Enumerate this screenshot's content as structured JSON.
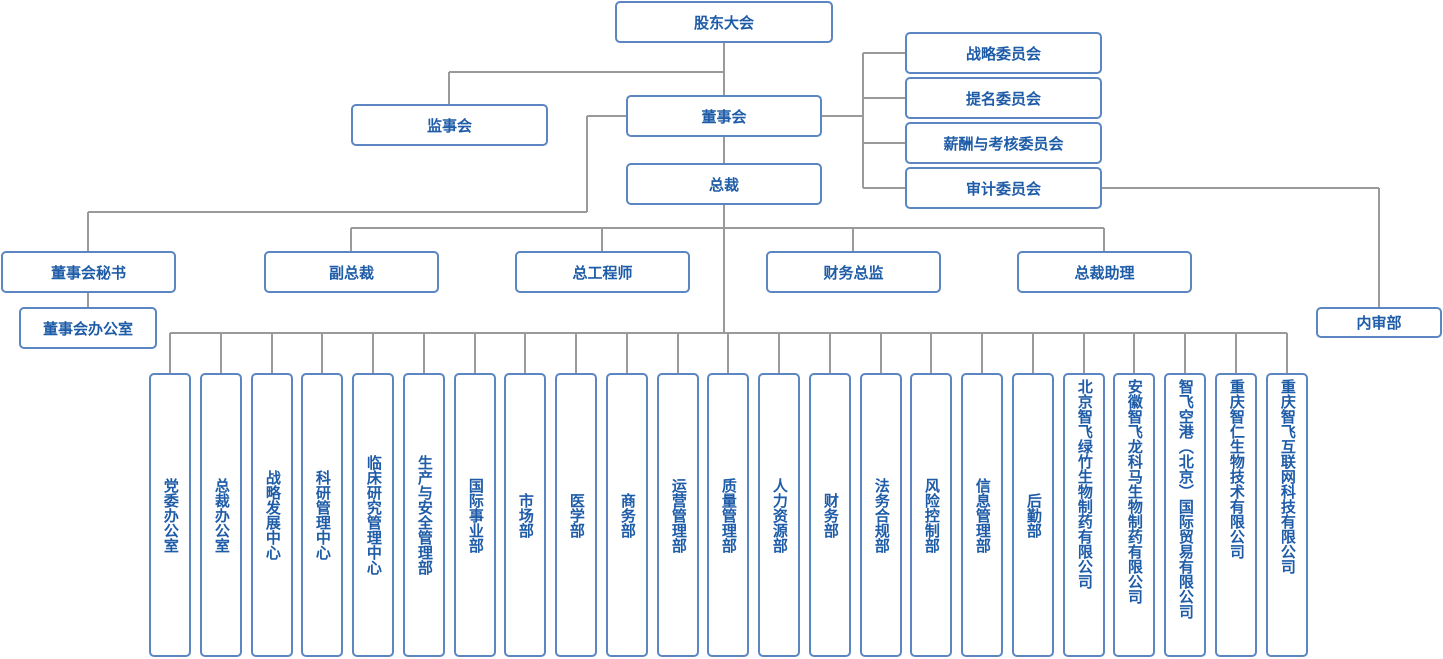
{
  "org": {
    "shareholders": "股东大会",
    "supervisors": "监事会",
    "board": "董事会",
    "president": "总裁",
    "committees": [
      "战略委员会",
      "提名委员会",
      "薪酬与考核委员会",
      "审计委员会"
    ],
    "board_secretary": "董事会秘书",
    "board_office": "董事会办公室",
    "executives": [
      "副总裁",
      "总工程师",
      "财务总监",
      "总裁助理"
    ],
    "internal_audit": "内审部",
    "departments": [
      "党委办公室",
      "总裁办公室",
      "战略发展中心",
      "科研管理中心",
      "临床研究管理中心",
      "生产与安全管理部",
      "国际事业部",
      "市场部",
      "医学部",
      "商务部",
      "运营管理部",
      "质量管理部",
      "人力资源部",
      "财务部",
      "法务合规部",
      "风险控制部",
      "信息管理部",
      "后勤部",
      "北京智飞绿竹生物制药有限公司",
      "安徽智飞龙科马生物制药有限公司",
      "智飞空港（北京）国际贸易有限公司",
      "重庆智仁生物技术有限公司",
      "重庆智飞互联网科技有限公司"
    ]
  },
  "colors": {
    "border": "#5b86c2",
    "text": "#1f5ca8",
    "line": "#9a9a9a"
  }
}
